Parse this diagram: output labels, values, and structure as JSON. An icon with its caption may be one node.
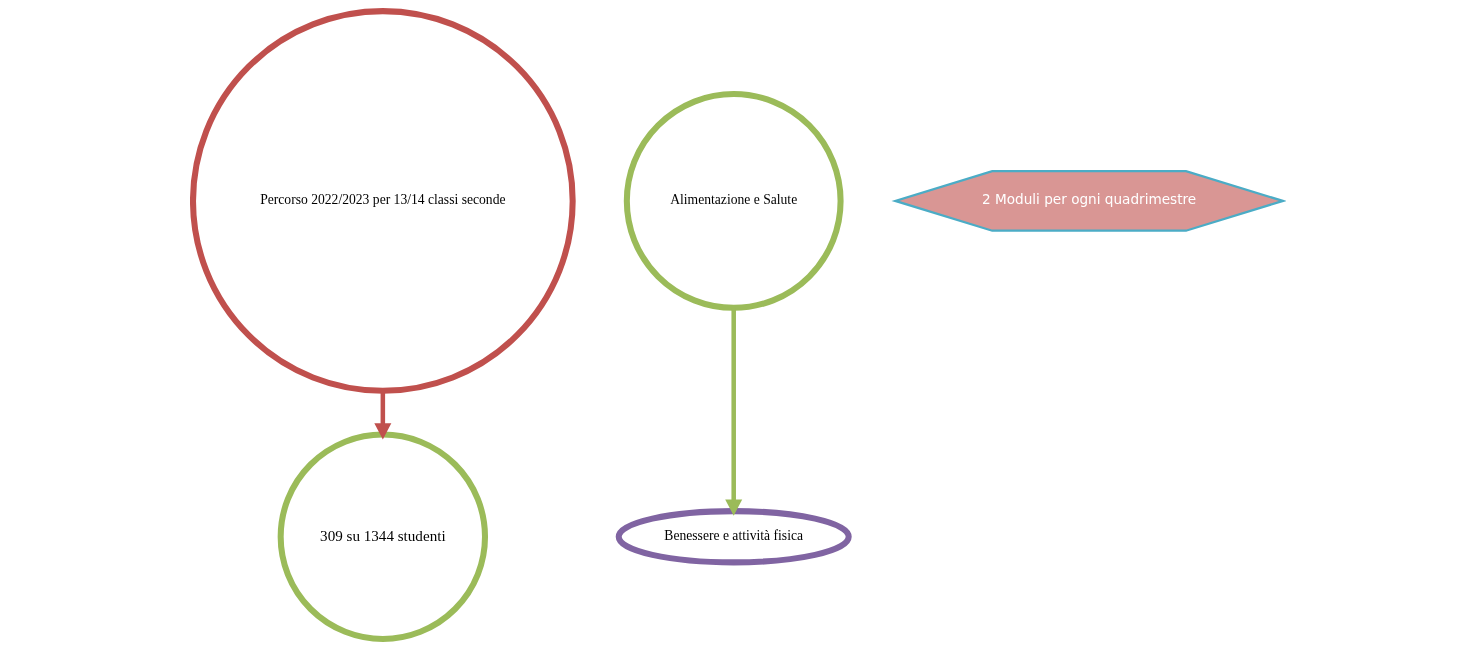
{
  "diagram": {
    "nodes": [
      {
        "text": [
          "Percorso 2022/2023 per 13/14 classi seconde"
        ]
      },
      {
        "text": [
          "309 su 1344 studenti"
        ]
      },
      {
        "text": [
          "Alimentazione e Salute"
        ]
      },
      {
        "text": [
          "Benessere e attività fisica"
        ]
      },
      {
        "text": [
          "2 Moduli per ogni quadrimestre"
        ]
      }
    ],
    "edges": [
      {
        "from": 0,
        "to": 1,
        "arrow": "to",
        "color": "#c0504d"
      },
      {
        "from": 2,
        "to": 3,
        "arrow": "to",
        "color": "#9bbb59"
      }
    ]
  }
}
